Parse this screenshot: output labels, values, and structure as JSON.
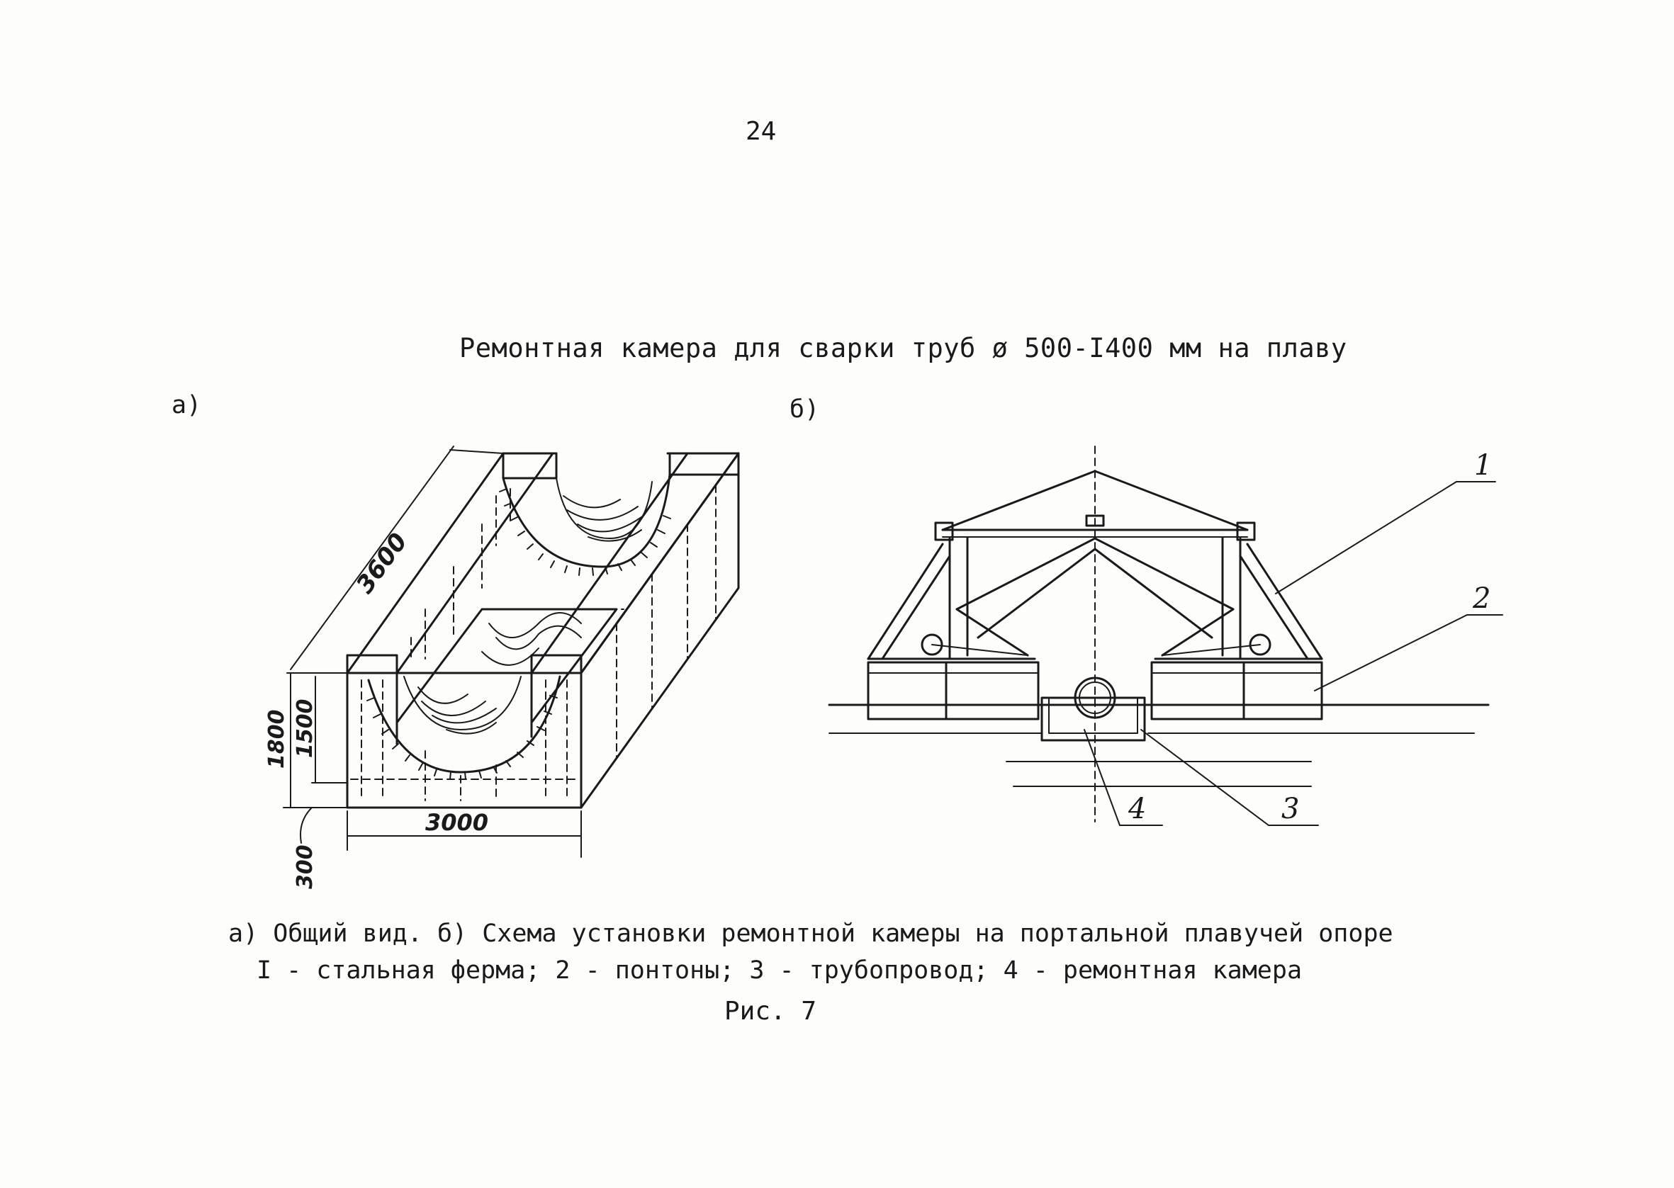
{
  "page": {
    "page_number": "24",
    "title": "Ремонтная камера для сварки труб ø 500-I400 мм на плаву",
    "panel_a_label": "а)",
    "panel_b_label": "б)",
    "caption_line1": "а) Общий вид. б) Схема установки ремонтной камеры на портальной плавучей опоре",
    "caption_line2": "I - стальная ферма; 2 - понтоны; 3 - трубопровод; 4 - ремонтная камера",
    "figure_label": "Рис. 7"
  },
  "drawing_a": {
    "dimensions": {
      "length": "3600",
      "height_total": "1800",
      "height_inner": "1500",
      "width": "3000",
      "bottom": "300"
    }
  },
  "drawing_b": {
    "callouts": [
      "1",
      "2",
      "3",
      "4"
    ]
  },
  "colors": {
    "ink": "#1a1a1a",
    "paper": "#fdfdfb"
  }
}
